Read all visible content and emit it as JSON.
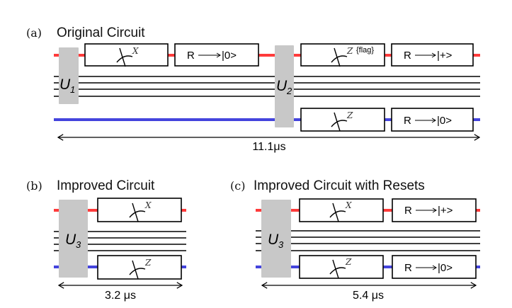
{
  "colors": {
    "flag_qubit_line": "#ff3b3b",
    "ancilla_line": "#4444dd",
    "data_line": "#000000",
    "unitary_fill": "#c8c8c8"
  },
  "panels": [
    {
      "id": "a",
      "label": "(a)",
      "title": "Original Circuit",
      "unitaries": [
        {
          "name": "U",
          "sub": "1"
        },
        {
          "name": "U",
          "sub": "2"
        }
      ],
      "top_row": [
        {
          "type": "measure",
          "basis": "X",
          "annotation": ""
        },
        {
          "type": "reset",
          "text": "R",
          "state": "|0>"
        },
        {
          "type": "measure",
          "basis": "Z",
          "annotation": "{flag}"
        },
        {
          "type": "reset",
          "text": "R",
          "state": "|+>"
        }
      ],
      "bottom_row": [
        {
          "type": "measure",
          "basis": "Z",
          "annotation": ""
        },
        {
          "type": "reset",
          "text": "R",
          "state": "|0>"
        }
      ],
      "duration": "11.1μs"
    },
    {
      "id": "b",
      "label": "(b)",
      "title": "Improved Circuit",
      "unitaries": [
        {
          "name": "U",
          "sub": "3"
        }
      ],
      "top_row": [
        {
          "type": "measure",
          "basis": "X",
          "annotation": ""
        }
      ],
      "bottom_row": [
        {
          "type": "measure",
          "basis": "Z",
          "annotation": ""
        }
      ],
      "duration": "3.2 μs"
    },
    {
      "id": "c",
      "label": "(c)",
      "title": "Improved Circuit with Resets",
      "unitaries": [
        {
          "name": "U",
          "sub": "3"
        }
      ],
      "top_row": [
        {
          "type": "measure",
          "basis": "X",
          "annotation": ""
        },
        {
          "type": "reset",
          "text": "R",
          "state": "|+>"
        }
      ],
      "bottom_row": [
        {
          "type": "measure",
          "basis": "Z",
          "annotation": ""
        },
        {
          "type": "reset",
          "text": "R",
          "state": "|0>"
        }
      ],
      "duration": "5.4 μs"
    }
  ]
}
